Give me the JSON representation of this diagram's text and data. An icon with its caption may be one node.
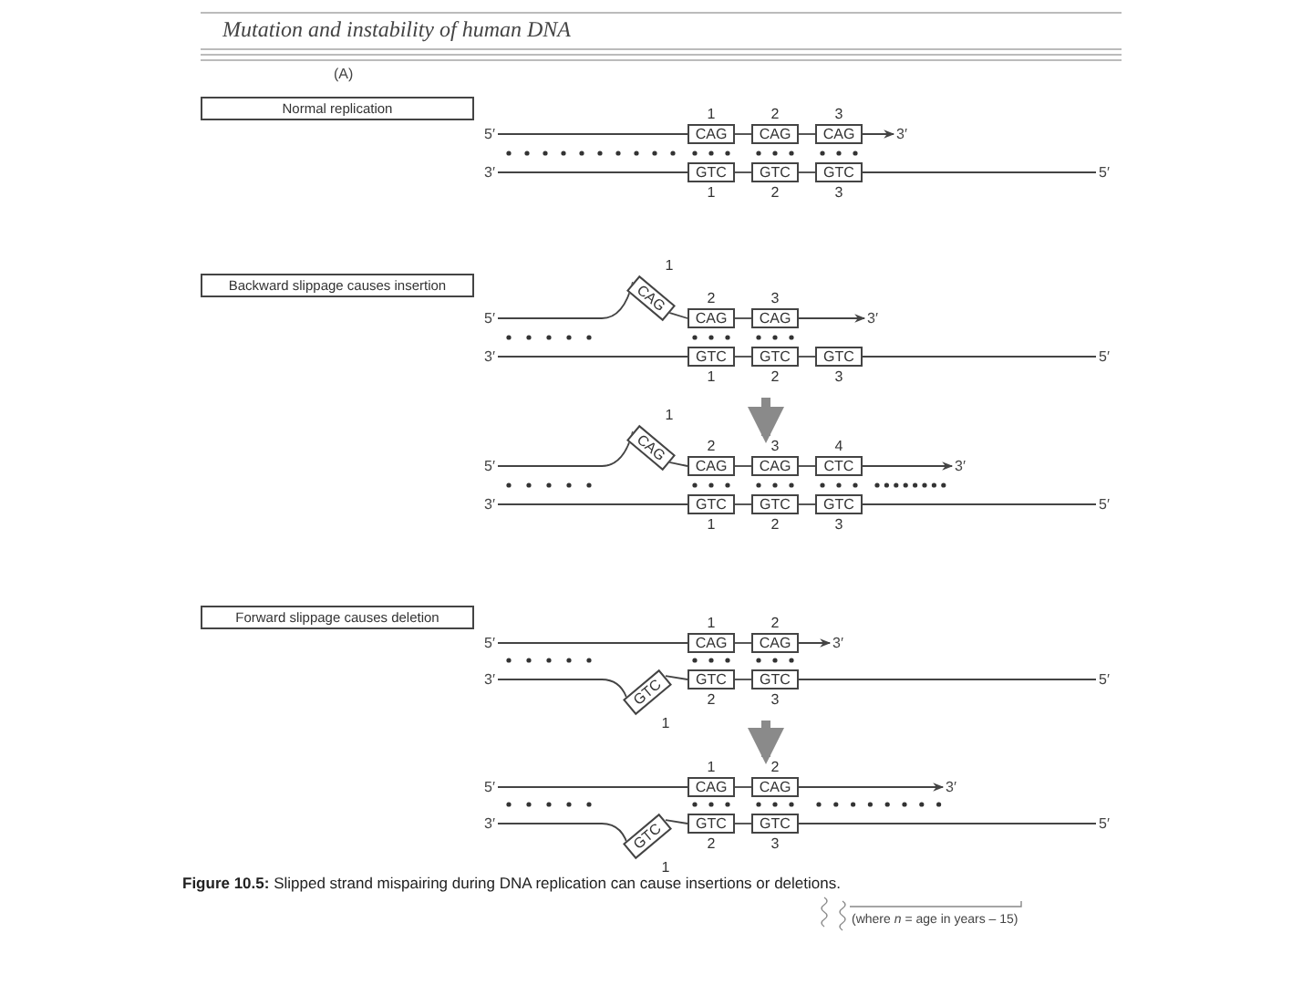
{
  "diagram": {
    "title": "Mutation and instability of human DNA",
    "caption": "**Figure 10.5:** Slipped strand mispairing during DNA replication can cause insertions or deletions.",
    "nodes": [
      {
        "text": [
          "Normal replication"
        ]
      },
      {
        "text": [
          "5′"
        ]
      },
      {
        "text": [
          "CAG"
        ],
        "beside": [
          "1"
        ]
      },
      {
        "text": [
          "CAG"
        ],
        "beside": [
          "2"
        ]
      },
      {
        "text": [
          "CAG"
        ],
        "beside": [
          "3"
        ]
      },
      {
        "text": [
          "3′"
        ]
      },
      {
        "text": [
          "3′"
        ]
      },
      {
        "text": [
          "GTC"
        ],
        "beside": [
          "1"
        ]
      },
      {
        "text": [
          "GTC"
        ],
        "beside": [
          "2"
        ]
      },
      {
        "text": [
          "GTC"
        ],
        "beside": [
          "3"
        ]
      },
      {
        "text": [
          "5′"
        ]
      },
      {
        "text": [
          "Backward slippage causes insertion"
        ]
      },
      {
        "text": [
          "5′"
        ]
      },
      {
        "text": [
          "CAG"
        ],
        "beside": [
          "1"
        ]
      },
      {
        "text": [
          "CAG"
        ],
        "beside": [
          "2"
        ]
      },
      {
        "text": [
          "CAG"
        ],
        "beside": [
          "3"
        ]
      },
      {
        "text": [
          "3′"
        ]
      },
      {
        "text": [
          "3′"
        ]
      },
      {
        "text": [
          "GTC"
        ],
        "beside": [
          "1"
        ]
      },
      {
        "text": [
          "GTC"
        ],
        "beside": [
          "2"
        ]
      },
      {
        "text": [
          "GTC"
        ],
        "beside": [
          "3"
        ]
      },
      {
        "text": [
          "5′"
        ]
      },
      {
        "text": [
          "5′"
        ]
      },
      {
        "text": [
          "CAG"
        ],
        "beside": [
          "1"
        ]
      },
      {
        "text": [
          "CAG"
        ],
        "beside": [
          "2"
        ]
      },
      {
        "text": [
          "CAG"
        ],
        "beside": [
          "3"
        ]
      },
      {
        "text": [
          "CTC"
        ],
        "beside": [
          "4"
        ]
      },
      {
        "text": [
          "3′"
        ]
      },
      {
        "text": [
          "3′"
        ]
      },
      {
        "text": [
          "GTC"
        ],
        "beside": [
          "1"
        ]
      },
      {
        "text": [
          "GTC"
        ],
        "beside": [
          "2"
        ]
      },
      {
        "text": [
          "GTC"
        ],
        "beside": [
          "3"
        ]
      },
      {
        "text": [
          "5′"
        ]
      },
      {
        "text": [
          "Forward slippage causes deletion"
        ]
      },
      {
        "text": [
          "5′"
        ]
      },
      {
        "text": [
          "CAG"
        ],
        "beside": [
          "1"
        ]
      },
      {
        "text": [
          "CAG"
        ],
        "beside": [
          "2"
        ]
      },
      {
        "text": [
          "3′"
        ]
      },
      {
        "text": [
          "3′"
        ]
      },
      {
        "text": [
          "GTC"
        ],
        "beside": [
          "1"
        ]
      },
      {
        "text": [
          "GTC"
        ],
        "beside": [
          "2"
        ]
      },
      {
        "text": [
          "GTC"
        ],
        "beside": [
          "3"
        ]
      },
      {
        "text": [
          "5′"
        ]
      },
      {
        "text": [
          "5′"
        ]
      },
      {
        "text": [
          "CAG"
        ],
        "beside": [
          "1"
        ]
      },
      {
        "text": [
          "CAG"
        ],
        "beside": [
          "2"
        ]
      },
      {
        "text": [
          "3′"
        ]
      },
      {
        "text": [
          "3′"
        ]
      },
      {
        "text": [
          "GTC"
        ],
        "beside": [
          "1"
        ]
      },
      {
        "text": [
          "GTC"
        ],
        "beside": [
          "2"
        ]
      },
      {
        "text": [
          "GTC"
        ],
        "beside": [
          "3"
        ]
      },
      {
        "text": [
          "5′"
        ]
      }
    ],
    "edges": [
      {
        "from": 1,
        "to": 2,
        "arrow": "none"
      },
      {
        "from": 2,
        "to": 3,
        "arrow": "none"
      },
      {
        "from": 3,
        "to": 4,
        "arrow": "none"
      },
      {
        "from": 4,
        "to": 5,
        "arrow": "to"
      },
      {
        "from": 6,
        "to": 7,
        "arrow": "none"
      },
      {
        "from": 7,
        "to": 8,
        "arrow": "none"
      },
      {
        "from": 8,
        "to": 9,
        "arrow": "none"
      },
      {
        "from": 9,
        "to": 10,
        "arrow": "none"
      },
      {
        "from": 12,
        "to": 13,
        "arrow": "none"
      },
      {
        "from": 13,
        "to": 14,
        "arrow": "none"
      },
      {
        "from": 14,
        "to": 15,
        "arrow": "none"
      },
      {
        "from": 15,
        "to": 16,
        "arrow": "to"
      },
      {
        "from": 17,
        "to": 18,
        "arrow": "none"
      },
      {
        "from": 18,
        "to": 19,
        "arrow": "none"
      },
      {
        "from": 19,
        "to": 20,
        "arrow": "none"
      },
      {
        "from": 20,
        "to": 21,
        "arrow": "none"
      },
      {
        "from": 19,
        "to": 25,
        "arrow": "to",
        "style": "thick",
        "color": "#8a8a8a"
      },
      {
        "from": 22,
        "to": 23,
        "arrow": "none"
      },
      {
        "from": 23,
        "to": 24,
        "arrow": "none"
      },
      {
        "from": 24,
        "to": 25,
        "arrow": "none"
      },
      {
        "from": 25,
        "to": 26,
        "arrow": "none"
      },
      {
        "from": 26,
        "to": 27,
        "arrow": "to"
      },
      {
        "from": 28,
        "to": 29,
        "arrow": "none"
      },
      {
        "from": 29,
        "to": 30,
        "arrow": "none"
      },
      {
        "from": 30,
        "to": 31,
        "arrow": "none"
      },
      {
        "from": 31,
        "to": 32,
        "arrow": "none"
      },
      {
        "from": 34,
        "to": 35,
        "arrow": "none"
      },
      {
        "from": 35,
        "to": 36,
        "arrow": "none"
      },
      {
        "from": 36,
        "to": 37,
        "arrow": "to"
      },
      {
        "from": 38,
        "to": 39,
        "arrow": "none"
      },
      {
        "from": 39,
        "to": 40,
        "arrow": "none"
      },
      {
        "from": 40,
        "to": 41,
        "arrow": "none"
      },
      {
        "from": 41,
        "to": 42,
        "arrow": "none"
      },
      {
        "from": 41,
        "to": 45,
        "arrow": "to",
        "style": "thick",
        "color": "#8a8a8a"
      },
      {
        "from": 43,
        "to": 44,
        "arrow": "none"
      },
      {
        "from": 44,
        "to": 45,
        "arrow": "none"
      },
      {
        "from": 45,
        "to": 46,
        "arrow": "to"
      },
      {
        "from": 47,
        "to": 48,
        "arrow": "none"
      },
      {
        "from": 48,
        "to": 49,
        "arrow": "none"
      },
      {
        "from": 49,
        "to": 50,
        "arrow": "none"
      },
      {
        "from": 50,
        "to": 51,
        "arrow": "none"
      }
    ],
    "labels": [
      "(A)",
      "(where *n* = age in years – 15)"
    ]
  }
}
